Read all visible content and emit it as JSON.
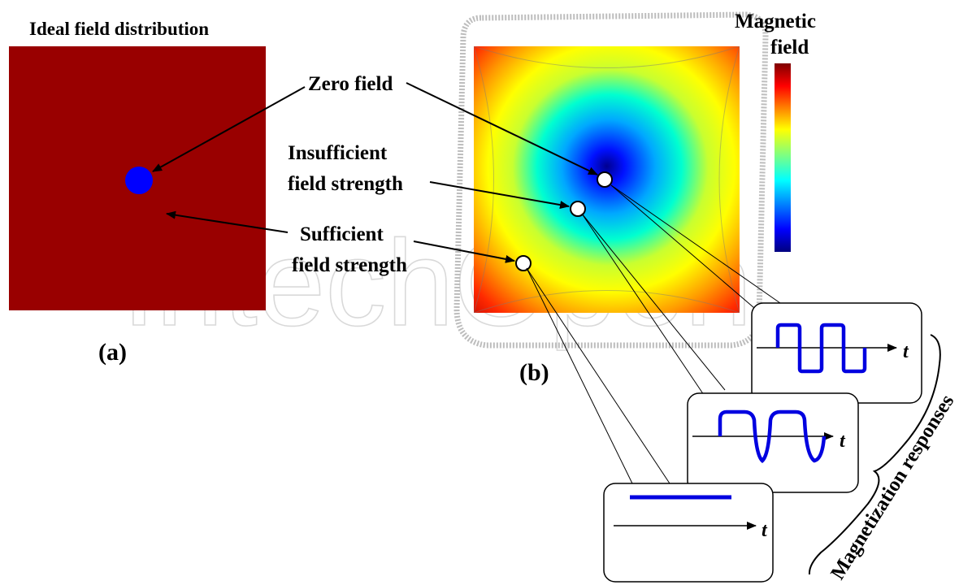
{
  "watermark": "IntechOpen",
  "panel_a": {
    "title": "Ideal field distribution",
    "label": "(a)"
  },
  "panel_b": {
    "label": "(b)"
  },
  "colorbar": {
    "title_line1": "Magnetic",
    "title_line2": "field"
  },
  "labels": {
    "zero_field": "Zero field",
    "insufficient_line1": "Insufficient",
    "insufficient_line2": "field strength",
    "sufficient_line1": "Sufficient",
    "sufficient_line2": "field strength"
  },
  "responses": {
    "time_symbol": "t",
    "brace_label": "Magnetization responses"
  },
  "colors": {
    "ideal_field": "#990000",
    "zero_spot": "#0000ff",
    "response_curve": "#0000e0"
  }
}
